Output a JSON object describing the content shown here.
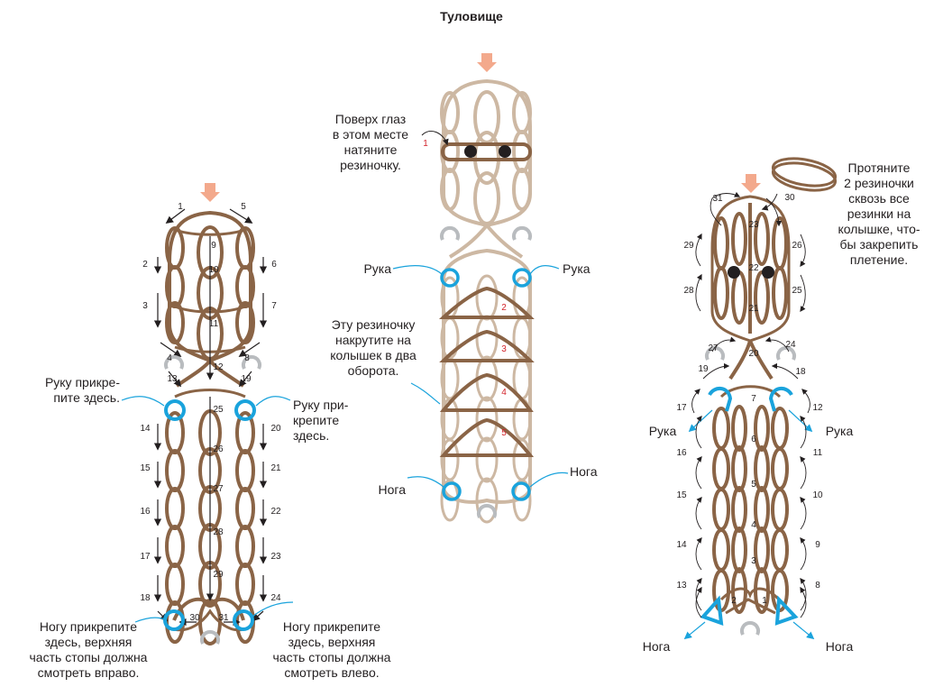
{
  "title": "Туловище",
  "left": {
    "note_arm_left": "Руку прикре-\nпите здесь.",
    "note_arm_right": "Руку при-\nкрепите\nздесь.",
    "note_leg_left": "Ногу прикрепите\nздесь, верхняя\nчасть стопы должна\nсмотреть вправо.",
    "note_leg_right": "Ногу прикрепите\nздесь, верхняя\nчасть стопы должна\nсмотреть влево.",
    "step_numbers": [
      "1",
      "2",
      "3",
      "4",
      "5",
      "6",
      "7",
      "8",
      "9",
      "10",
      "11",
      "12",
      "13",
      "14",
      "15",
      "16",
      "17",
      "18",
      "19",
      "20",
      "21",
      "22",
      "23",
      "24",
      "25",
      "26",
      "27",
      "28",
      "29",
      "30",
      "31"
    ]
  },
  "middle": {
    "note_eyes": "Поверх глаз\nв этом месте\nнатяните\nрезиночку.",
    "note_arm_left": "Рука",
    "note_arm_right": "Рука",
    "note_twist": "Эту резиночку\nнакрутите на\nколышек в два\nоборота.",
    "note_leg_left": "Нога",
    "note_leg_right": "Нога",
    "red_numbers": [
      "1",
      "2",
      "3",
      "4",
      "5"
    ]
  },
  "right": {
    "note_top": "Протяните\n2 резиночки\nсквозь все\nрезинки на\nколышке, что-\nбы закрепить\nплетение.",
    "note_arm_left": "Рука",
    "note_arm_right": "Рука",
    "note_leg_left": "Нога",
    "note_leg_right": "Нога",
    "step_numbers": [
      "1",
      "2",
      "3",
      "4",
      "5",
      "6",
      "7",
      "8",
      "9",
      "10",
      "11",
      "12",
      "13",
      "14",
      "15",
      "16",
      "17",
      "18",
      "19",
      "20",
      "21",
      "22",
      "23",
      "24",
      "25",
      "26",
      "27",
      "28",
      "29",
      "30",
      "31"
    ]
  },
  "colors": {
    "brown": "#8a6446",
    "light_band": "#cdb8a3",
    "blue": "#1aa3dc",
    "red": "#d2232a",
    "peg_arrow": "#f3a98c",
    "peg": "#b9bcbf",
    "eye": "#231f20"
  }
}
